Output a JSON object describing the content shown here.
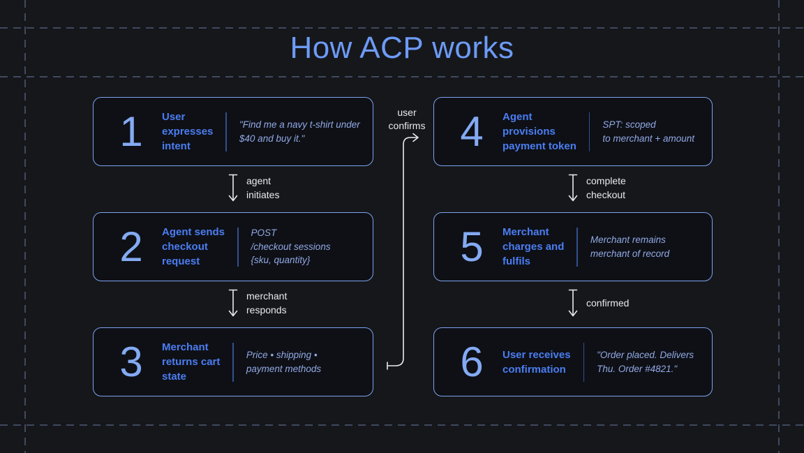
{
  "title": "How ACP works",
  "colors": {
    "background": "#16171b",
    "card_fill": "#0e1016",
    "card_border": "#7da3ee",
    "number": "#84aaf3",
    "heading": "#4b7df1",
    "description": "#92a9e4",
    "divider": "#33508e",
    "title": "#6d9bf7",
    "connector_white": "#e9eaec",
    "dashed_guide": "#3e4a5f"
  },
  "steps": [
    {
      "number": "1",
      "heading": "User\nexpresses\nintent",
      "description": "\"Find me a navy t-shirt under\n$40 and buy it.\""
    },
    {
      "number": "2",
      "heading": "Agent sends\ncheckout\nrequest",
      "description": "POST\n/checkout sessions\n{sku, quantity}"
    },
    {
      "number": "3",
      "heading": "Merchant\nreturns cart\nstate",
      "description": "Price • shipping •\npayment methods"
    },
    {
      "number": "4",
      "heading": "Agent\nprovisions\npayment token",
      "description": "SPT: scoped\nto merchant + amount"
    },
    {
      "number": "5",
      "heading": "Merchant\ncharges and\nfulfils",
      "description": "Merchant remains\nmerchant of record"
    },
    {
      "number": "6",
      "heading": "User receives\nconfirmation",
      "description": "\"Order placed. Delivers\nThu. Order #4821.\""
    }
  ],
  "connectors": [
    {
      "label": "agent\ninitiates"
    },
    {
      "label": "merchant\nresponds"
    },
    {
      "label": "complete\ncheckout"
    },
    {
      "label": "confirmed"
    },
    {
      "label": "user\nconfirms"
    }
  ]
}
